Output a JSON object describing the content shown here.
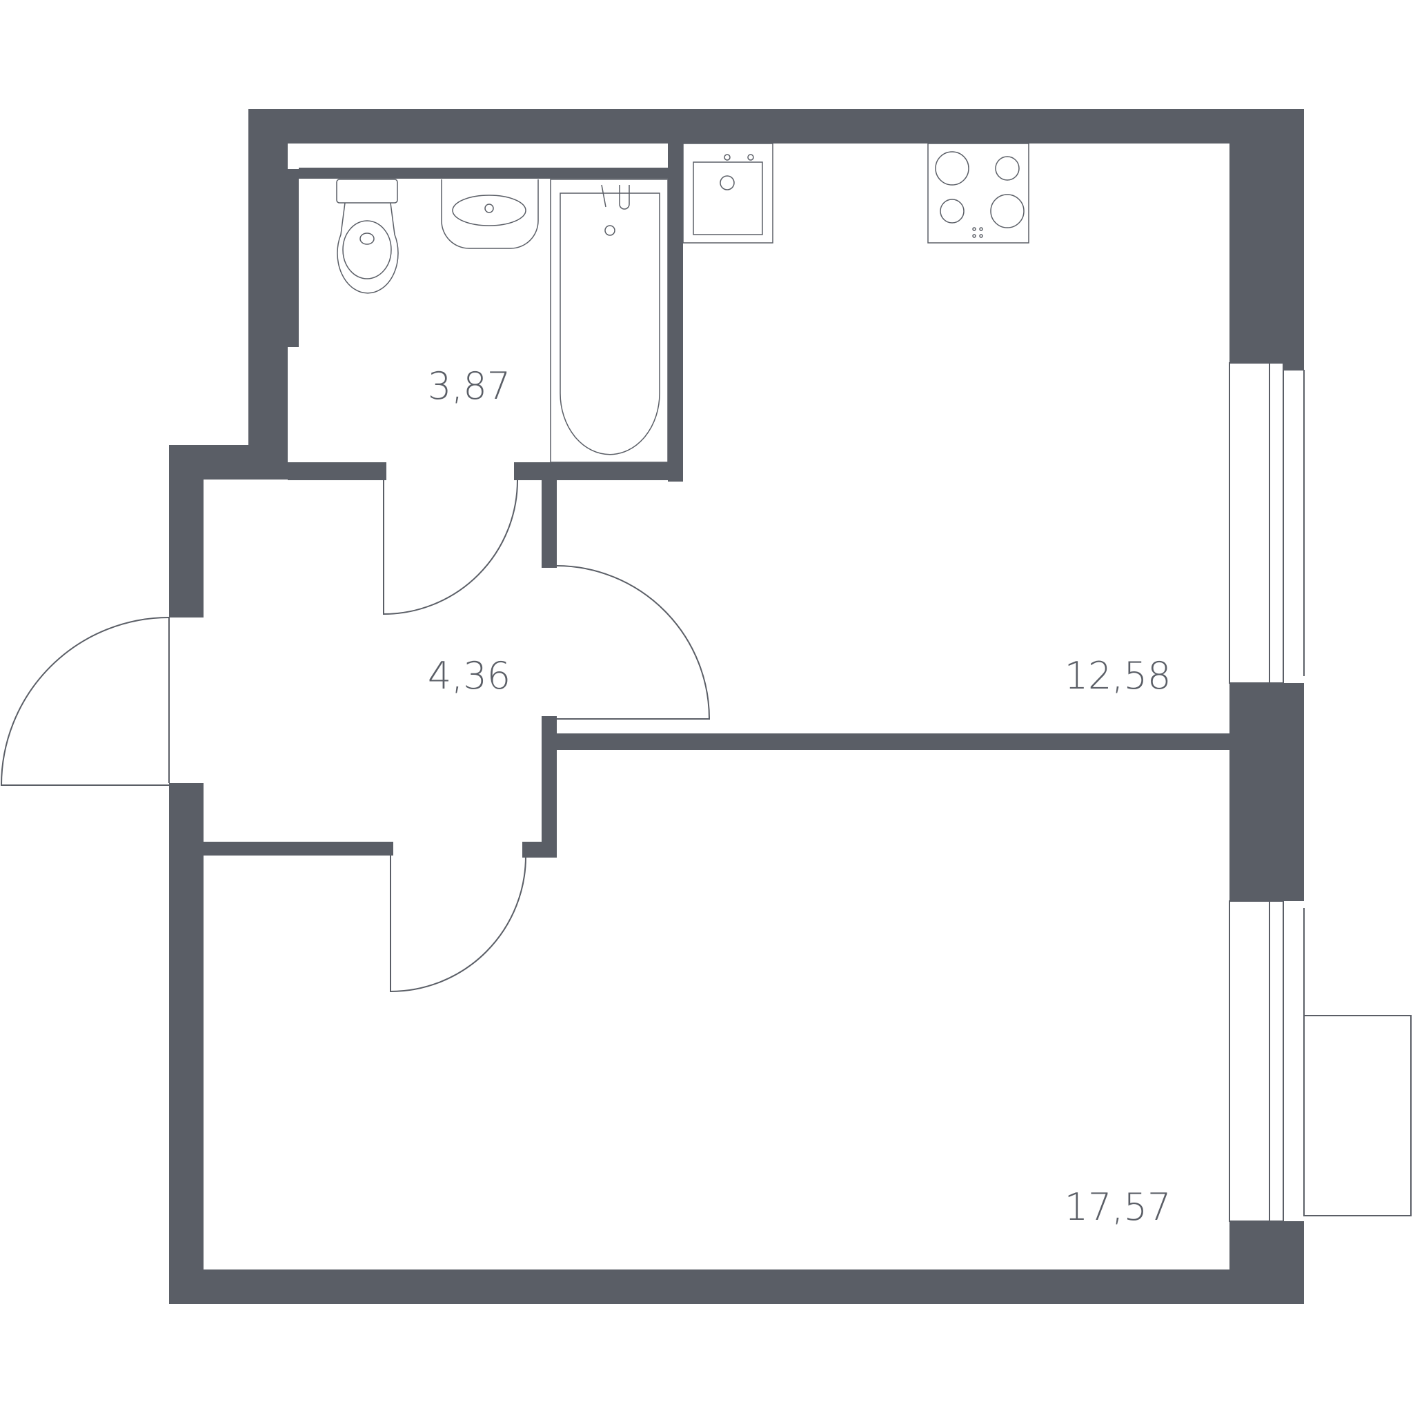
{
  "rooms": [
    {
      "id": "bathroom",
      "area": "3,87"
    },
    {
      "id": "hallway",
      "area": "4,36"
    },
    {
      "id": "kitchen",
      "area": "12,58"
    },
    {
      "id": "living-room",
      "area": "17,57"
    }
  ],
  "colors": {
    "wall": "#5a5e66",
    "background": "#ffffff"
  }
}
